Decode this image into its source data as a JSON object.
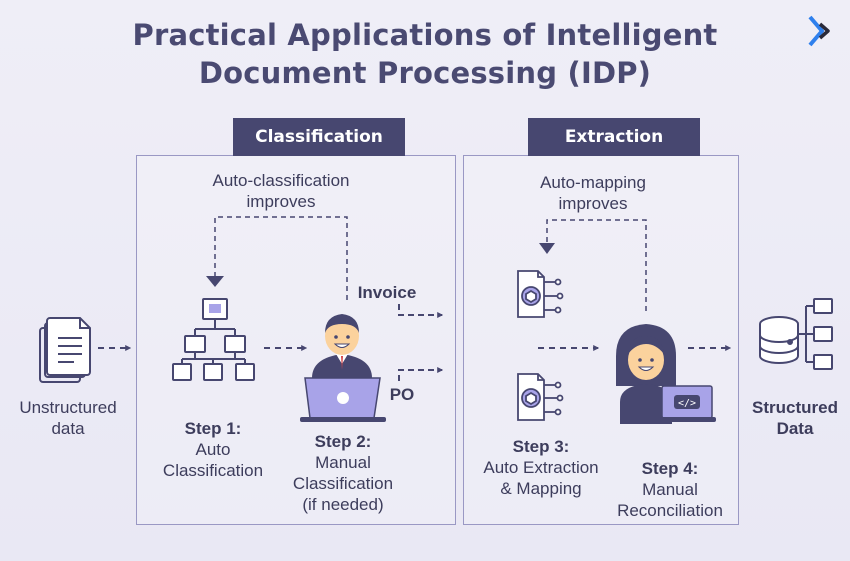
{
  "title_line1": "Practical Applications of Intelligent",
  "title_line2": "Document Processing (IDP)",
  "classification": {
    "tab": "Classification",
    "loop_line1": "Auto-classification",
    "loop_line2": "improves",
    "branch_invoice": "Invoice",
    "branch_po": "PO",
    "step1_title": "Step 1:",
    "step1_line1": "Auto",
    "step1_line2": "Classification",
    "step2_title": "Step 2:",
    "step2_line1": "Manual",
    "step2_line2": "Classification",
    "step2_line3": "(if needed)"
  },
  "extraction": {
    "tab": "Extraction",
    "loop_line1": "Auto-mapping",
    "loop_line2": "improves",
    "step3_title": "Step 3:",
    "step3_line1": "Auto Extraction",
    "step3_line2": "& Mapping",
    "step4_title": "Step 4:",
    "step4_line1": "Manual",
    "step4_line2": "Reconciliation"
  },
  "input_line1": "Unstructured",
  "input_line2": "data",
  "output_line1": "Structured",
  "output_line2": "Data",
  "colors": {
    "dark": "#474770",
    "accent": "#a8a3e8",
    "line": "#9a98c4",
    "skin": "#fbd29d"
  }
}
